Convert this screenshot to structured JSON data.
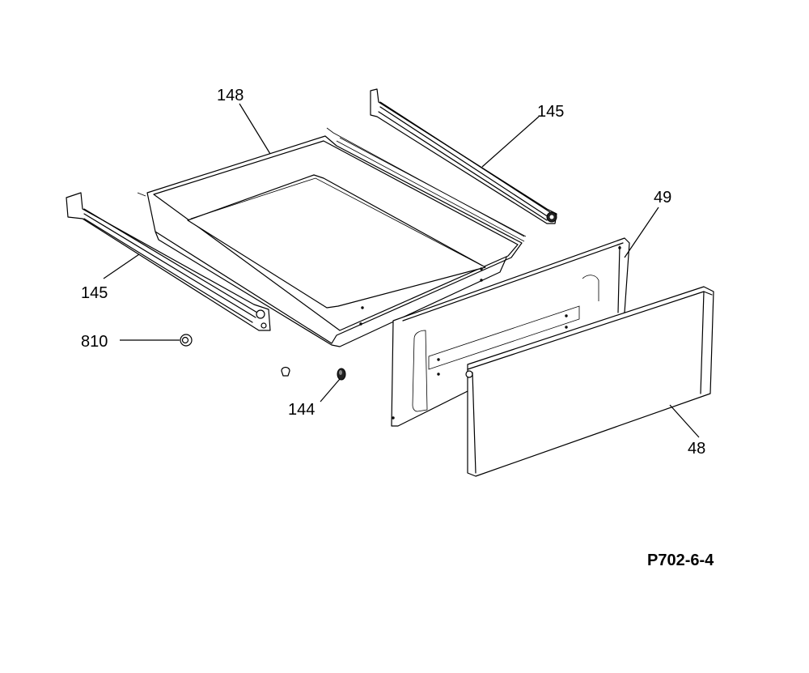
{
  "drawing_ref": "P702-6-4",
  "parts": [
    {
      "id": "148",
      "name": "drawer-tray"
    },
    {
      "id": "145",
      "name": "slide-rail-rear"
    },
    {
      "id": "145",
      "name": "slide-rail-front"
    },
    {
      "id": "49",
      "name": "inner-door-panel"
    },
    {
      "id": "48",
      "name": "outer-drawer-front"
    },
    {
      "id": "810",
      "name": "nut"
    },
    {
      "id": "144",
      "name": "bumper"
    }
  ]
}
